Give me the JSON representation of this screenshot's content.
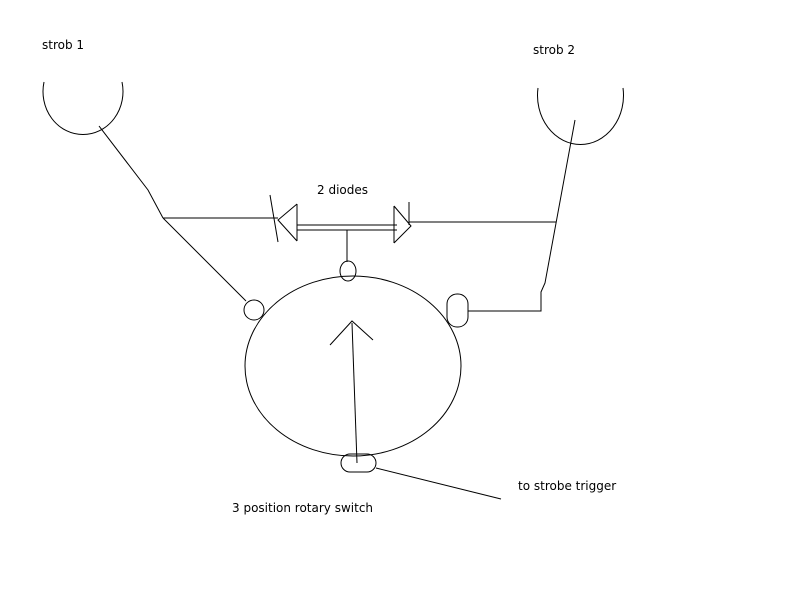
{
  "labels": {
    "strob1": "strob 1",
    "strob2": "strob 2",
    "diodes": "2 diodes",
    "trigger": "to strobe trigger",
    "switch": "3 position rotary switch"
  },
  "colors": {
    "background": "#ffffff",
    "stroke": "#000000"
  }
}
